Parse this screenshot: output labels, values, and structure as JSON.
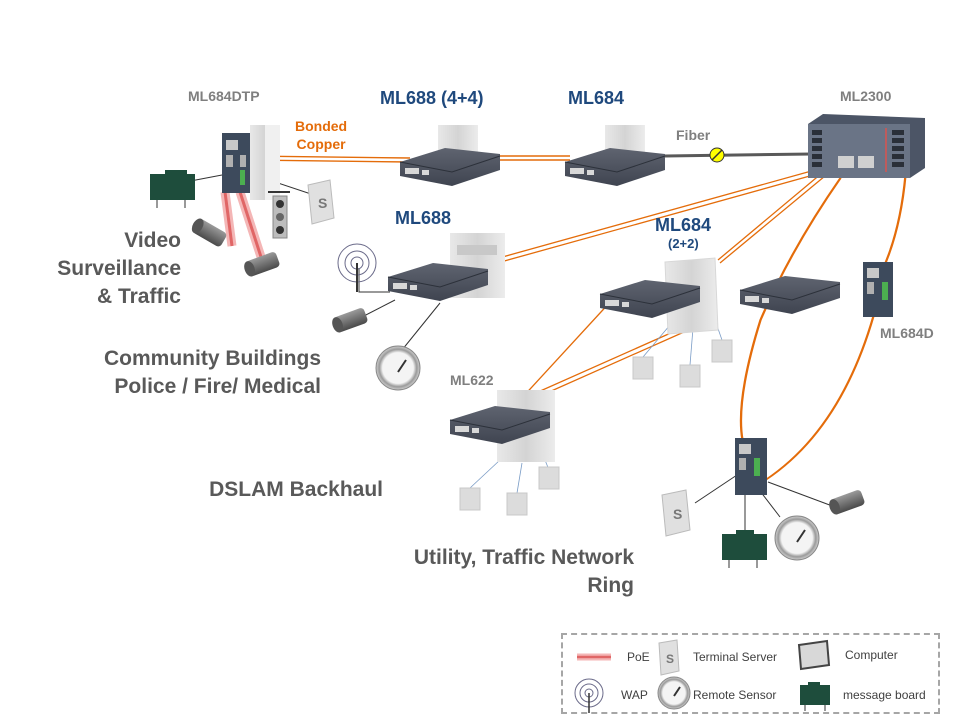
{
  "colors": {
    "copper_link": "#e46c0a",
    "poe_link": "#e06666",
    "fiber_link": "#595959",
    "fiber_marker": "#ffff00",
    "device_title": "#1f497d",
    "device_gray": "#7f7f7f",
    "region_text": "#595959",
    "message_board": "#1e4d3c"
  },
  "devices": {
    "ml684dtp": {
      "label": "ML684DTP"
    },
    "ml688_44": {
      "label": "ML688 (4+4)"
    },
    "ml684_top": {
      "label": "ML684"
    },
    "ml2300": {
      "label": "ML2300"
    },
    "ml688": {
      "label": "ML688"
    },
    "ml684_22": {
      "label": "ML684",
      "sub": "(2+2)"
    },
    "ml684d": {
      "label": "ML684D"
    },
    "ml622": {
      "label": "ML622"
    }
  },
  "links": {
    "bonded_copper": {
      "line1": "Bonded",
      "line2": "Copper"
    },
    "fiber": {
      "label": "Fiber"
    }
  },
  "regions": {
    "video": {
      "line1": "Video",
      "line2": "Surveillance",
      "line3": "& Traffic"
    },
    "community": {
      "line1": "Community Buildings",
      "line2": "Police / Fire/ Medical"
    },
    "dslam": {
      "line1": "DSLAM Backhaul"
    },
    "utility": {
      "line1": "Utility, Traffic Network",
      "line2": "Ring"
    }
  },
  "legend": {
    "items": [
      {
        "icon": "poe-line-icon",
        "label": "PoE"
      },
      {
        "icon": "terminal-server-icon",
        "label": "Terminal Server"
      },
      {
        "icon": "computer-icon",
        "label": "Computer"
      },
      {
        "icon": "wap-icon",
        "label": "WAP"
      },
      {
        "icon": "remote-sensor-icon",
        "label": "Remote Sensor"
      },
      {
        "icon": "message-board-icon",
        "label": "message board"
      }
    ]
  }
}
